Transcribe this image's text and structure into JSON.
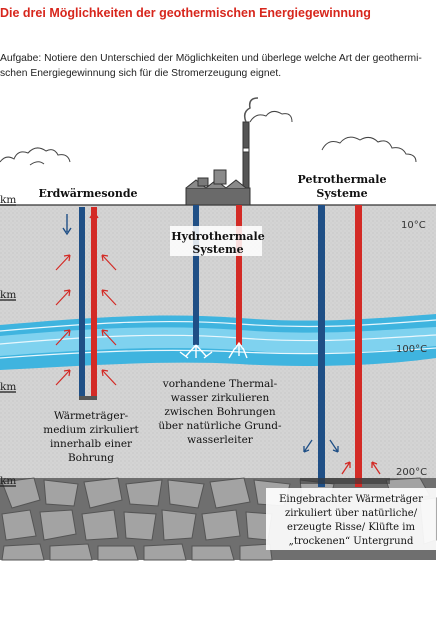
{
  "title": "Die drei Möglichkeiten der geothermischen Energiegewinnung",
  "task": {
    "line1": "Aufgabe: Notiere den Unterschied der Möglichkeiten und überlege welche Art der geothermi-",
    "line2": "schen Energiegewinnung sich für die Stromerzeugung eignet."
  },
  "depth_labels": [
    "km",
    "km",
    "km",
    "km"
  ],
  "temperatures": [
    "10°C",
    "100°C",
    "200°C"
  ],
  "systems": {
    "erdwaerme": {
      "heading": "Erdwärmesonde",
      "desc": [
        "Wärmeträger-",
        "medium zirkuliert",
        "innerhalb einer",
        "Bohrung"
      ]
    },
    "hydro": {
      "heading": [
        "Hydrothermale",
        "Systeme"
      ],
      "desc": [
        "vorhandene Thermal-",
        "wasser zirkulieren",
        "zwischen Bohrungen",
        "über natürliche Grund-",
        "wasserleiter"
      ]
    },
    "petro": {
      "heading": [
        "Petrothermale",
        "Systeme"
      ],
      "desc": [
        "Eingebrachter Wärmeträger",
        "zirkuliert über natürliche/",
        "erzeugte Risse/ Klüfte im",
        "„trockenen“ Untergrund"
      ]
    }
  },
  "colors": {
    "title_red": "#d7261c",
    "pipe_blue": "#1f4f86",
    "pipe_red": "#d32b26",
    "aquifer": "#3fb4df",
    "ground": "#d2d2d2",
    "rock": "#8a8a8a"
  }
}
